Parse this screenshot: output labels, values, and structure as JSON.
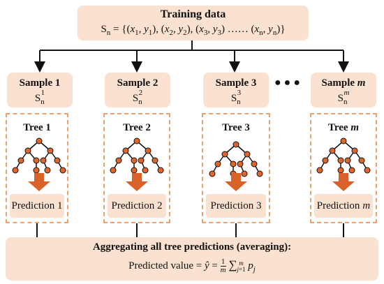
{
  "top": {
    "title": "Training data",
    "formula_prefix": "S",
    "formula_sub": "n",
    "formula_body": " = {(x",
    "formula_full": "= {(x1, y1), (x2, y2), (x3, y3) …… (xn, yn)}"
  },
  "samples": [
    {
      "label": "Sample 1",
      "s": "S",
      "sub": "n",
      "sup": "1"
    },
    {
      "label": "Sample 2",
      "s": "S",
      "sub": "n",
      "sup": "2"
    },
    {
      "label": "Sample 3",
      "s": "S",
      "sub": "n",
      "sup": "3"
    },
    {
      "label": "Sample ",
      "label_var": "m",
      "s": "S",
      "sub": "n",
      "sup": "m"
    }
  ],
  "ellipsis": "●●●",
  "trees": [
    {
      "label": "Tree 1"
    },
    {
      "label": "Tree 2"
    },
    {
      "label": "Tree 3"
    },
    {
      "label": "Tree ",
      "label_var": "m"
    }
  ],
  "predictions": [
    {
      "label": "Prediction 1"
    },
    {
      "label": "Prediction 2"
    },
    {
      "label": "Prediction 3"
    },
    {
      "label": "Prediction ",
      "label_var": "m"
    }
  ],
  "bottom": {
    "title": "Aggregating all tree predictions (averaging):",
    "formula_text": "Predicted value = ",
    "formula_math": "ŷ = (1/m) Σ_{j=1}^{m} p_j"
  },
  "colors": {
    "box_fill": "#fbe1cf",
    "dash_border": "#f0a06a",
    "node_fill": "#e0652a",
    "arrow_fill": "#d9622b"
  }
}
